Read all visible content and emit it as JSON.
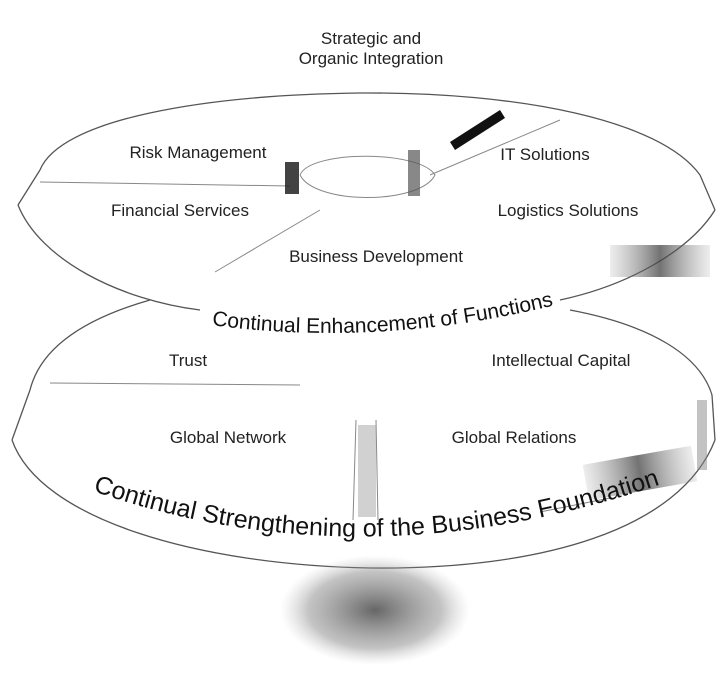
{
  "top_title": {
    "line1": "Strategic and",
    "line2": "Organic Integration"
  },
  "upper_ring": {
    "items": {
      "risk_management": "Risk Management",
      "it_solutions": "IT Solutions",
      "financial_services": "Financial Services",
      "logistics_solutions": "Logistics Solutions",
      "business_development": "Business Development"
    },
    "arc_text": "Continual Enhancement of Functions"
  },
  "lower_ring": {
    "items": {
      "trust": "Trust",
      "intellectual_capital": "Intellectual Capital",
      "global_network": "Global Network",
      "global_relations": "Global Relations"
    },
    "arc_text": "Continual Strengthening of the Business Foundation"
  }
}
